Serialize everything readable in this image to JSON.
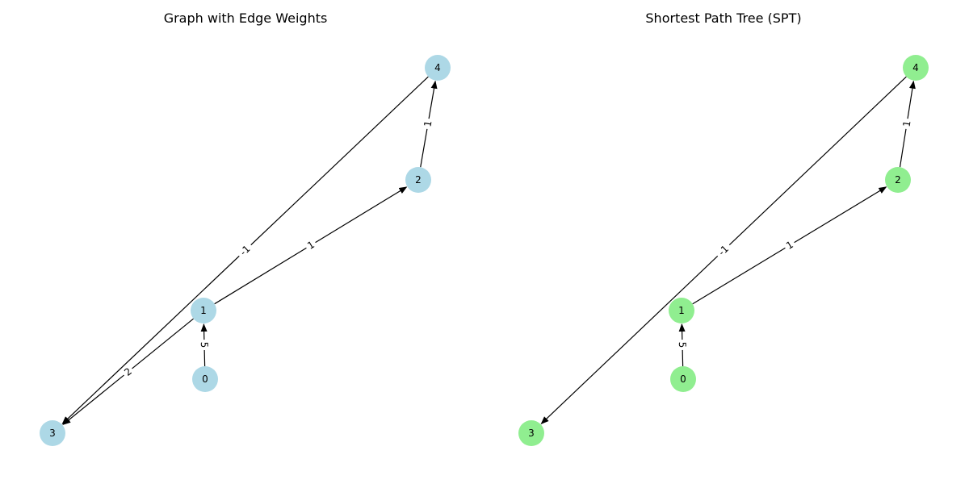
{
  "colors": {
    "left_node": "#add8e6",
    "right_node": "#90ee90",
    "edge": "#000000",
    "background": "#ffffff"
  },
  "panels": [
    {
      "title": "Graph with Edge Weights",
      "nodes": [
        "0",
        "1",
        "2",
        "3",
        "4"
      ],
      "edges": [
        {
          "from": "0",
          "to": "1",
          "weight": "5"
        },
        {
          "from": "1",
          "to": "2",
          "weight": "1"
        },
        {
          "from": "1",
          "to": "3",
          "weight": "2"
        },
        {
          "from": "2",
          "to": "4",
          "weight": "1"
        },
        {
          "from": "4",
          "to": "3",
          "weight": "-1"
        }
      ]
    },
    {
      "title": "Shortest Path Tree (SPT)",
      "nodes": [
        "0",
        "1",
        "2",
        "3",
        "4"
      ],
      "edges": [
        {
          "from": "0",
          "to": "1",
          "weight": "5"
        },
        {
          "from": "1",
          "to": "2",
          "weight": "1"
        },
        {
          "from": "2",
          "to": "4",
          "weight": "1"
        },
        {
          "from": "4",
          "to": "3",
          "weight": "-1"
        }
      ]
    }
  ]
}
